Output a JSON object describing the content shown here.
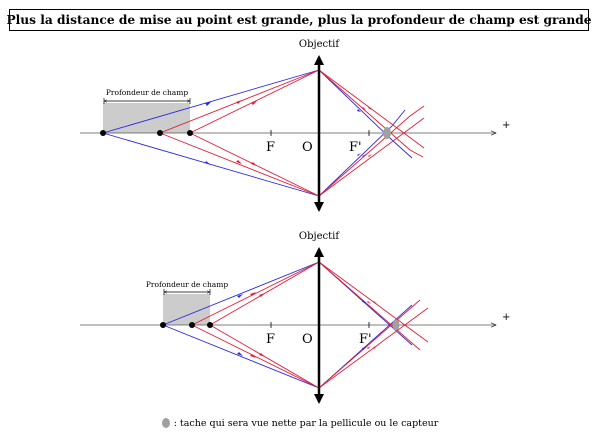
{
  "title": "Plus la distance de mise au point est grande, plus la profondeur de champ est grande",
  "diagrams": [
    {
      "lens_label": "Objectif",
      "depth_label": "Profondeur de champ",
      "focal_label": "F",
      "image_focal_label": "F'",
      "center_label": "O",
      "axis_plus": "+"
    },
    {
      "lens_label": "Objectif",
      "depth_label": "Profondeur de champ",
      "focal_label": "F",
      "image_focal_label": "F'",
      "center_label": "O",
      "axis_plus": "+"
    }
  ],
  "legend": {
    "text": ": tache qui sera vue nette par la pellicule ou le capteur",
    "icon": "grey-ellipse-icon"
  },
  "colors": {
    "near_rays": "#2a2adf",
    "far_rays": "#e0203a",
    "depth_zone": "#cccccc",
    "spot": "#a0a0a0"
  }
}
